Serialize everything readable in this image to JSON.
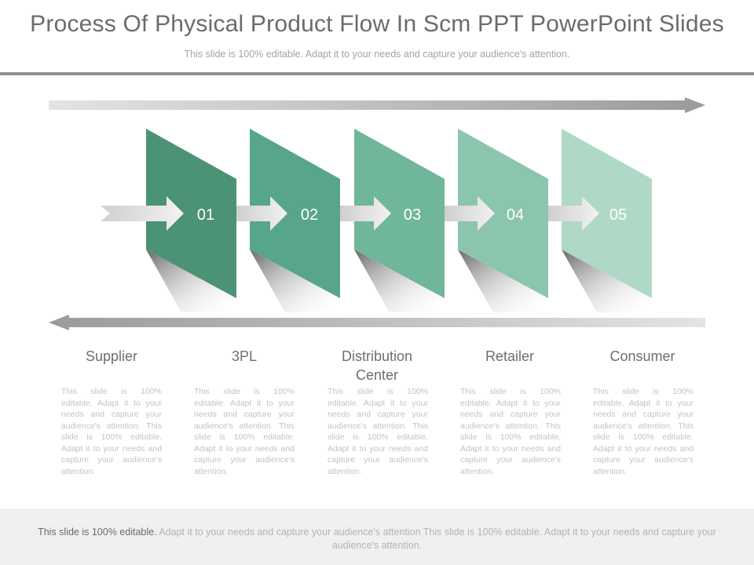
{
  "slide": {
    "title": "Process Of Physical Product Flow In Scm PPT PowerPoint Slides",
    "subtitle": "This slide is 100% editable. Adapt it to your needs and capture your audience's attention."
  },
  "steps": [
    {
      "number": "01",
      "label": "Supplier",
      "color": "#4b9374",
      "description": "This slide is 100% editable. Adapt it to your needs and capture your audience's attention. This slide is 100% editable. Adapt it to your needs and capture your audience's attention."
    },
    {
      "number": "02",
      "label": "3PL",
      "color": "#58a689",
      "description": "This slide is 100% editable. Adapt it to your needs and capture your audience's attention. This slide is 100% editable. Adapt it to your needs and capture your audience's attention."
    },
    {
      "number": "03",
      "label": "Distribution Center",
      "color": "#6fb69b",
      "description": "This slide is 100% editable. Adapt it to your needs and capture your audience's attention. This slide is 100% editable. Adapt it to your needs and capture your audience's attention."
    },
    {
      "number": "04",
      "label": "Retailer",
      "color": "#8cc5ae",
      "description": "This slide is 100% editable. Adapt it to your needs and capture your audience's attention. This slide is 100% editable. Adapt it to your needs and capture your audience's attention."
    },
    {
      "number": "05",
      "label": "Consumer",
      "color": "#b0d8c7",
      "description": "This slide is 100% editable. Adapt it to your needs and capture your audience's attention. This slide is 100% editable. Adapt it to your needs and capture your audience's attention."
    }
  ],
  "footer": {
    "lead": "This slide is 100% editable.",
    "rest": "Adapt it to your needs and capture your audience's attention This slide is 100% editable. Adapt it to your needs and capture your audience's attention."
  }
}
